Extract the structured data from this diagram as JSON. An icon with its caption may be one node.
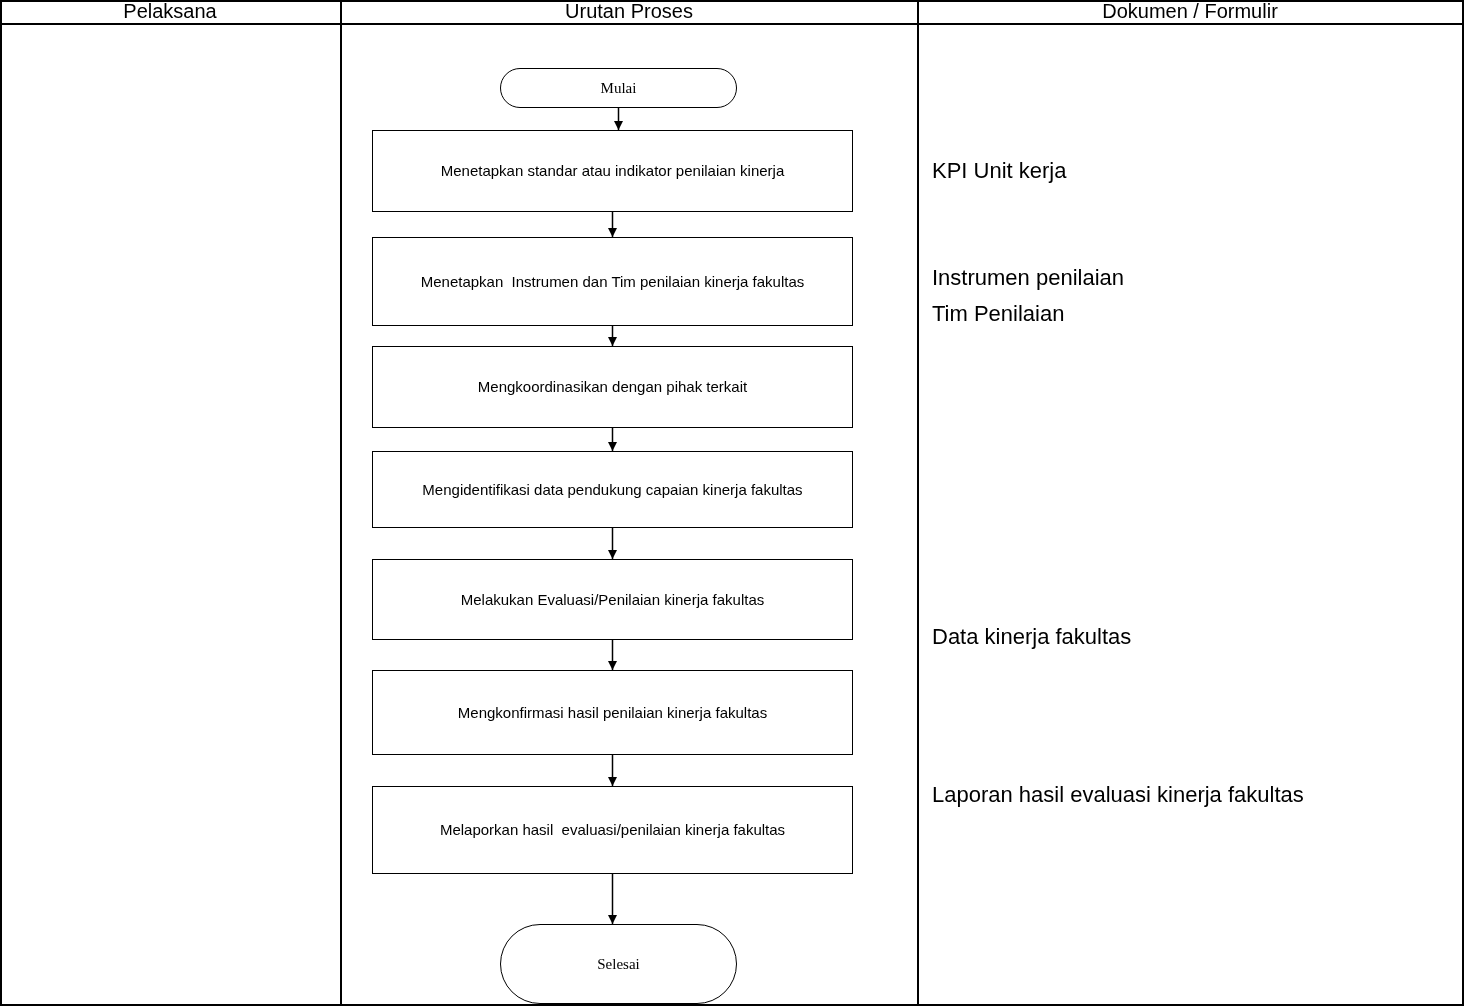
{
  "diagram": {
    "nodes": [
      {
        "text": [
          "Mulai"
        ]
      },
      {
        "text": [
          "Menetapkan standar atau indikator penilaian kinerja"
        ]
      },
      {
        "text": [
          "Menetapkan  Instrumen dan Tim penilaian kinerja fakultas"
        ]
      },
      {
        "text": [
          "Mengkoordinasikan dengan pihak terkait"
        ]
      },
      {
        "text": [
          "Mengidentifikasi data pendukung capaian kinerja fakultas"
        ]
      },
      {
        "text": [
          "Melakukan Evaluasi/Penilaian kinerja fakultas"
        ]
      },
      {
        "text": [
          "Mengkonfirmasi hasil penilaian kinerja fakultas"
        ]
      },
      {
        "text": [
          "Melaporkan hasil  evaluasi/penilaian kinerja fakultas"
        ]
      },
      {
        "text": [
          "Selesai"
        ]
      }
    ],
    "edges": [
      {
        "from": 0,
        "to": 1,
        "arrow": "to"
      },
      {
        "from": 1,
        "to": 2,
        "arrow": "to"
      },
      {
        "from": 2,
        "to": 3,
        "arrow": "to"
      },
      {
        "from": 3,
        "to": 4,
        "arrow": "to"
      },
      {
        "from": 4,
        "to": 5,
        "arrow": "to"
      },
      {
        "from": 5,
        "to": 6,
        "arrow": "to"
      },
      {
        "from": 6,
        "to": 7,
        "arrow": "to"
      },
      {
        "from": 7,
        "to": 8,
        "arrow": "to"
      }
    ],
    "labels": [
      "Pelaksana",
      "Urutan Proses",
      "Dokumen / Formulir",
      "KPI Unit kerja",
      "Instrumen penilaian",
      "Tim Penilaian",
      "Data kinerja fakultas",
      "Laporan hasil evaluasi kinerja fakultas"
    ]
  }
}
